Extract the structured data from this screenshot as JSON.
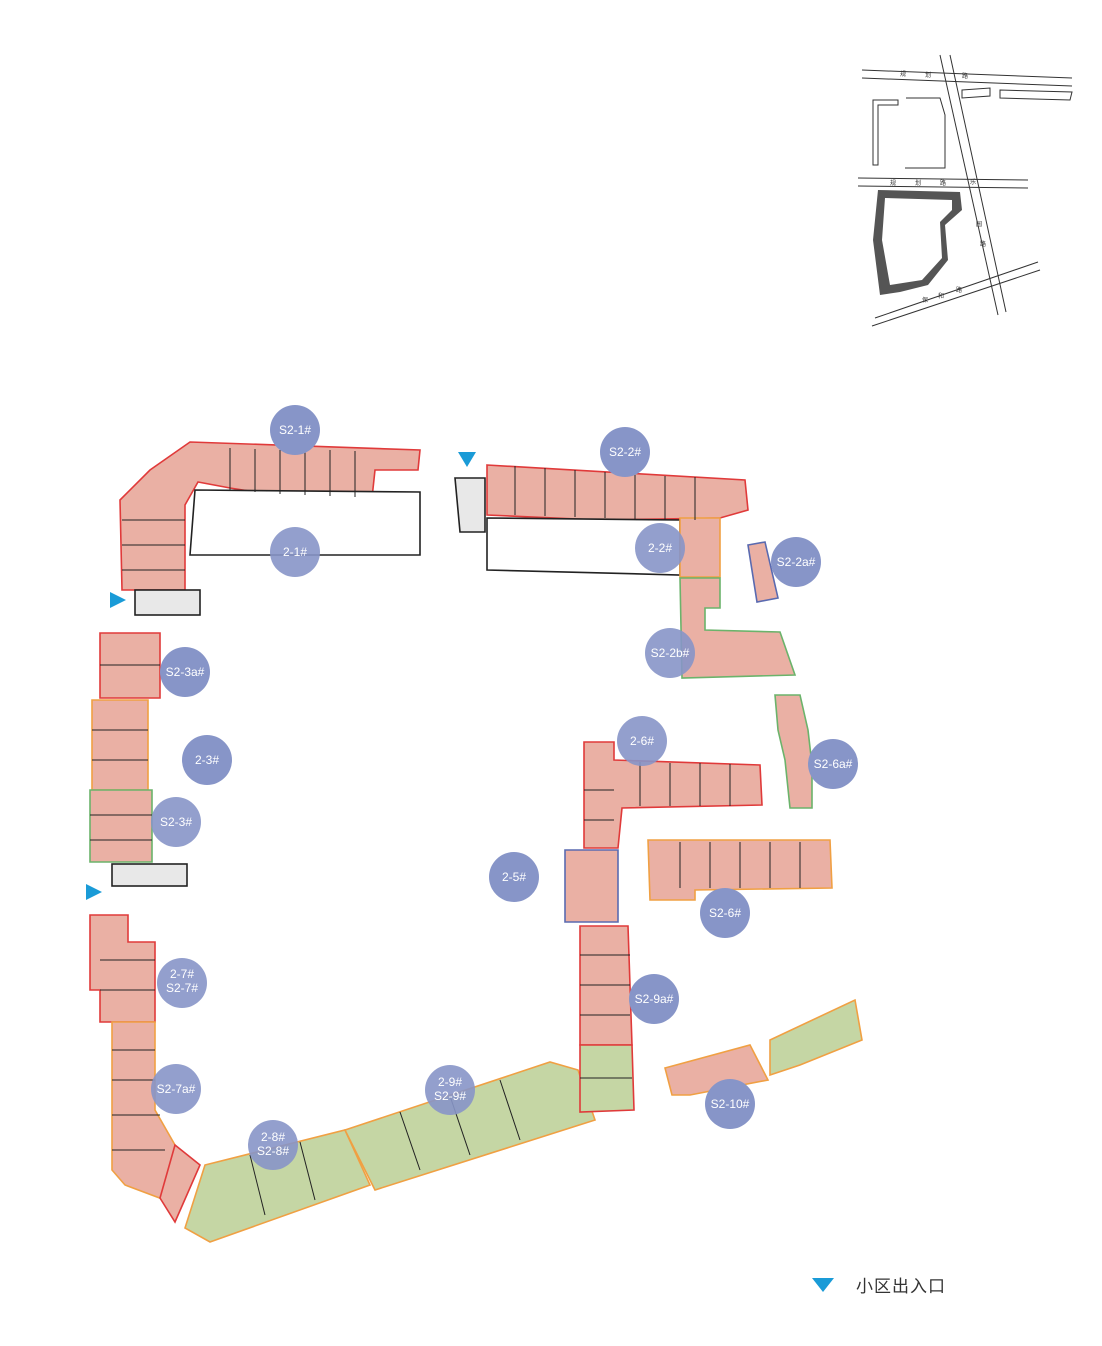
{
  "colors": {
    "unit_pink": "#eab0a4",
    "unit_green": "#c5d6a4",
    "badge": "#8795c8",
    "entrance": "#1a9bd7",
    "outline_red": "#e03a3a",
    "outline_orange": "#f0a043",
    "outline_green": "#6bb36b",
    "outline_blue": "#5a6ab0",
    "plan_line": "#222222"
  },
  "locator_map": {
    "road_labels": [
      "规",
      "划",
      "路",
      "规",
      "划",
      "路",
      "乐",
      "园",
      "路",
      "保",
      "和",
      "路"
    ]
  },
  "building_labels": [
    "S2-1#",
    "2-1#",
    "S2-2#",
    "2-2#",
    "S2-2a#",
    "S2-2b#",
    "S2-3a#",
    "2-3#",
    "S2-3#",
    "2-6#",
    "S2-6a#",
    "2-5#",
    "S2-6#",
    "2-7#",
    "S2-7#",
    "S2-9a#",
    "S2-7a#",
    "2-9#",
    "S2-9#",
    "S2-10#",
    "2-8#",
    "S2-8#"
  ],
  "legend": {
    "icon": "entrance-triangle-icon",
    "label": "小区出入口"
  }
}
